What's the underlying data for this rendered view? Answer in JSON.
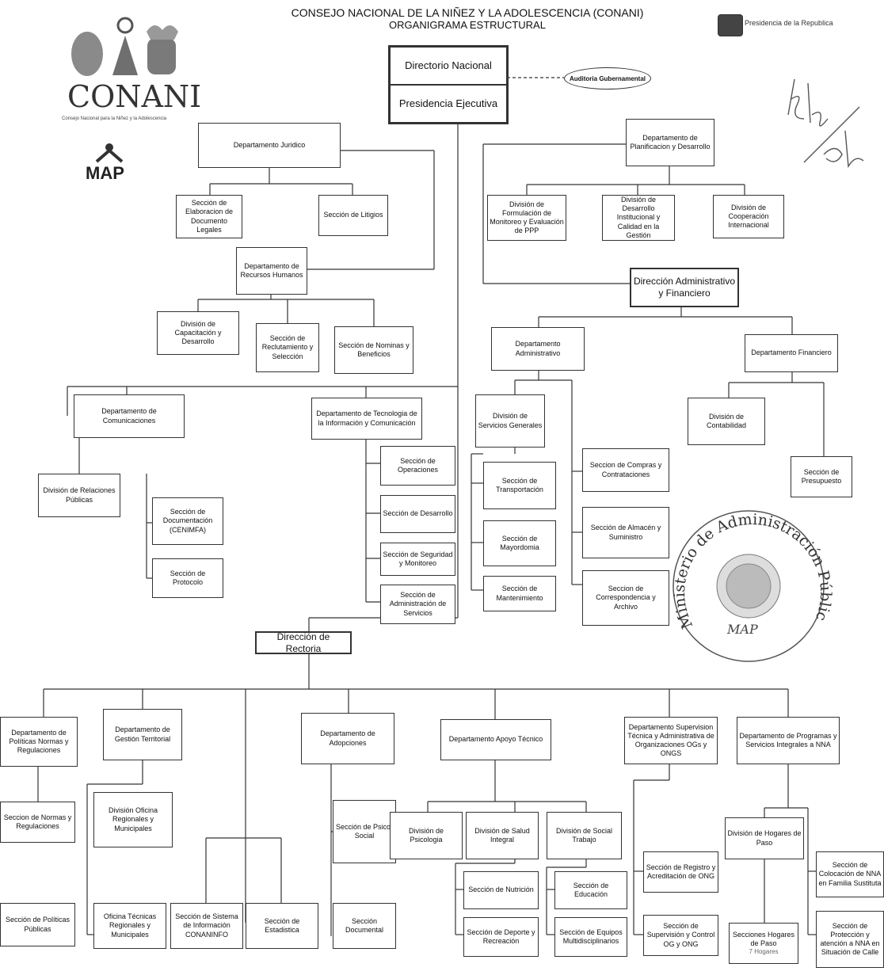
{
  "header": {
    "title_line1": "CONSEJO NACIONAL DE LA NIÑEZ Y LA ADOLESCENCIA  (CONANI)",
    "title_line2": "ORGANIGRAMA ESTRUCTURAL",
    "presidency": "Presidencia de la Republica"
  },
  "logos": {
    "conani": "CONANI",
    "conani_sub": "Consejo Nacional para la Niñez y la Adolescencia",
    "map": "MAP"
  },
  "seal": {
    "ring": "Ministerio de Administración Pública",
    "bottom": "MAP"
  },
  "top": {
    "directorio": "Directorio Nacional",
    "presidencia": "Presidencia Ejecutiva",
    "auditoria": "Auditoria Gubernamental"
  },
  "juridico": {
    "dept": "Departamento Juridico",
    "sec_elab": "Sección de Elaboracion de Documento Legales",
    "sec_litigios": "Sección de Litigios"
  },
  "planificacion": {
    "dept": "Departamento de Planificacion y Desarrollo",
    "div_formulacion": "División de Formulación de Monitoreo y Evaluación de PPP",
    "div_desarrollo": "División de Desarrollo Institucional y Calidad en la Gestión",
    "div_cooperacion": "División de Cooperación Internacional"
  },
  "rrhh": {
    "dept": "Departamento de Recursos Humanos",
    "div_capacitacion": "División de Capacitación y Desarrollo",
    "sec_reclutamiento": "Sección de Reclutamiento y Selección",
    "sec_nominas": "Sección de Nominas y Beneficios"
  },
  "admin_fin": {
    "direccion": "Dirección Administrativo y Financiero",
    "dept_admin": "Departamento Administrativo",
    "dept_fin": "Departamento Financiero",
    "div_servicios": "División de Servicios Generales",
    "sec_transporte": "Sección de Transportación",
    "sec_mayordomia": "Sección de Mayordomia",
    "sec_mantenimiento": "Sección de Mantenimiento",
    "sec_compras": "Seccion de Compras y Contrataciones",
    "sec_almacen": "Sección de Almacén y Suministro",
    "sec_correspondencia": "Seccion de Correspondencia y Archivo",
    "div_contabilidad": "División de Contabilidad",
    "sec_presupuesto": "Sección de Presupuesto"
  },
  "comunicaciones": {
    "dept": "Departamento de Comunicaciones",
    "div_relaciones": "División de Relaciones Públicas",
    "sec_documentacion": "Sección de Documentación (CENIMFA)",
    "sec_protocolo": "Sección de Protocolo"
  },
  "tic": {
    "dept": "Departamento de Tecnologia de la Información y Comunicación",
    "sec_operaciones": "Sección de Operaciones",
    "sec_desarrollo": "Sección de Desarrollo",
    "sec_seguridad": "Sección de Seguridad y Monitoreo",
    "sec_admin_servicios": "Sección de Administración de Servicios"
  },
  "rectoria": {
    "direccion": "Dirección de Rectoria",
    "dept_politicas": "Departamento de Políticas Normas y Regulaciones",
    "sec_normas": "Seccion de Normas y Regulaciones",
    "sec_politicas": "Sección de Políticas Públicas",
    "dept_gestion": "Departamento de Gestión Territorial",
    "div_oficina": "División Oficina Regionales y Municipales",
    "oficina_tecnicas": "Oficina Técnicas Regionales y Municipales",
    "sec_sistema": "Sección de Sistema de Información CONANINFO",
    "sec_estadistica": "Sección de Estadistica",
    "dept_adopciones": "Departamento de Adopciones",
    "sec_psico": "Sección de Psico-Social",
    "sec_documental": "Sección Documental",
    "dept_apoyo": "Departamento Apoyo Técnico",
    "div_psicologia": "División de Psicologia",
    "div_salud": "División de Salud Integral",
    "div_social": "División de Social Trabajo",
    "sec_nutricion": "Sección de Nutrición",
    "sec_deporte": "Sección de Deporte y Recreación",
    "sec_educacion": "Sección de Educación",
    "sec_equipos": "Sección de Equipos Multidisciplinarios",
    "dept_supervision": "Departamento Supervision Técnica y Administrativa de Organizaciones OGs y ONGS",
    "sec_registro": "Sección de Registro y Acreditación de ONG",
    "sec_supervision": "Sección de Supervisión y Control OG y ONG",
    "dept_programas": "Departamento de Programas y Servicios Integrales a NNA",
    "div_hogares": "División de Hogares de Paso",
    "secciones_hogares": "Secciones Hogares de Paso",
    "hogares_count": "7 Hogares",
    "sec_colocacion": "Sección de Colocación de NNA en Familia Sustituta",
    "sec_proteccion": "Sección de Protección y atención a NNA en Situación de Calle"
  }
}
